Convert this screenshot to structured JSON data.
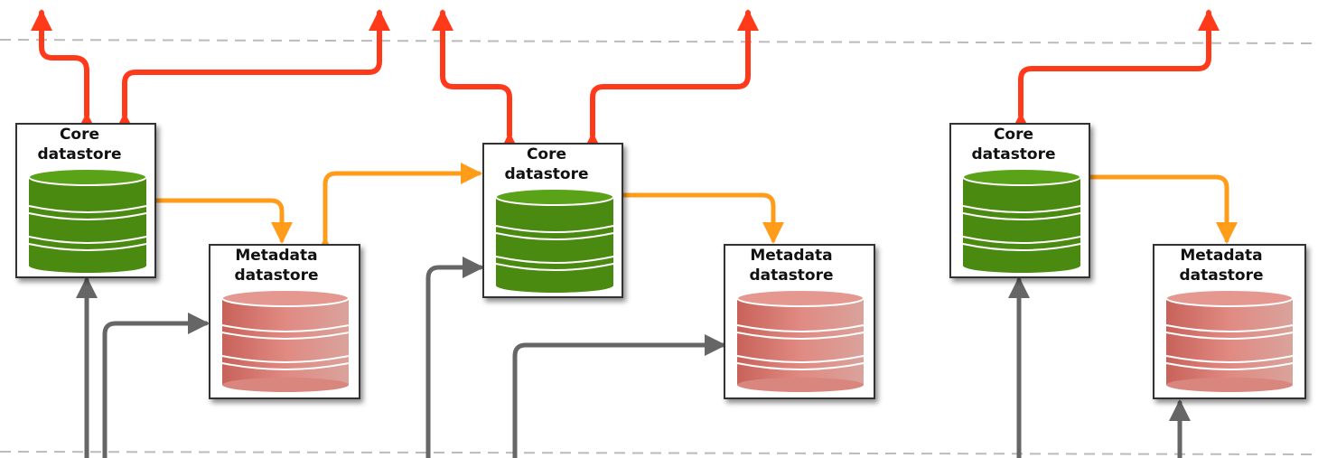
{
  "groups": [
    {
      "core": {
        "label_line1": "Core",
        "label_line2": "datastore"
      },
      "metadata": {
        "label_line1": "Metadata",
        "label_line2": "datastore"
      }
    },
    {
      "core": {
        "label_line1": "Core",
        "label_line2": "datastore"
      },
      "metadata": {
        "label_line1": "Metadata",
        "label_line2": "datastore"
      }
    },
    {
      "core": {
        "label_line1": "Core",
        "label_line2": "datastore"
      },
      "metadata": {
        "label_line1": "Metadata",
        "label_line2": "datastore"
      }
    }
  ],
  "colors": {
    "core_db": "#4a8a10",
    "core_db_top": "#5aa218",
    "metadata_db": "#d97a72",
    "metadata_db_top": "#e49890",
    "red_arrow": "#ff3a1a",
    "orange_arrow": "#ff9c1a",
    "gray_arrow": "#666666",
    "divider": "#bbbbbb"
  }
}
